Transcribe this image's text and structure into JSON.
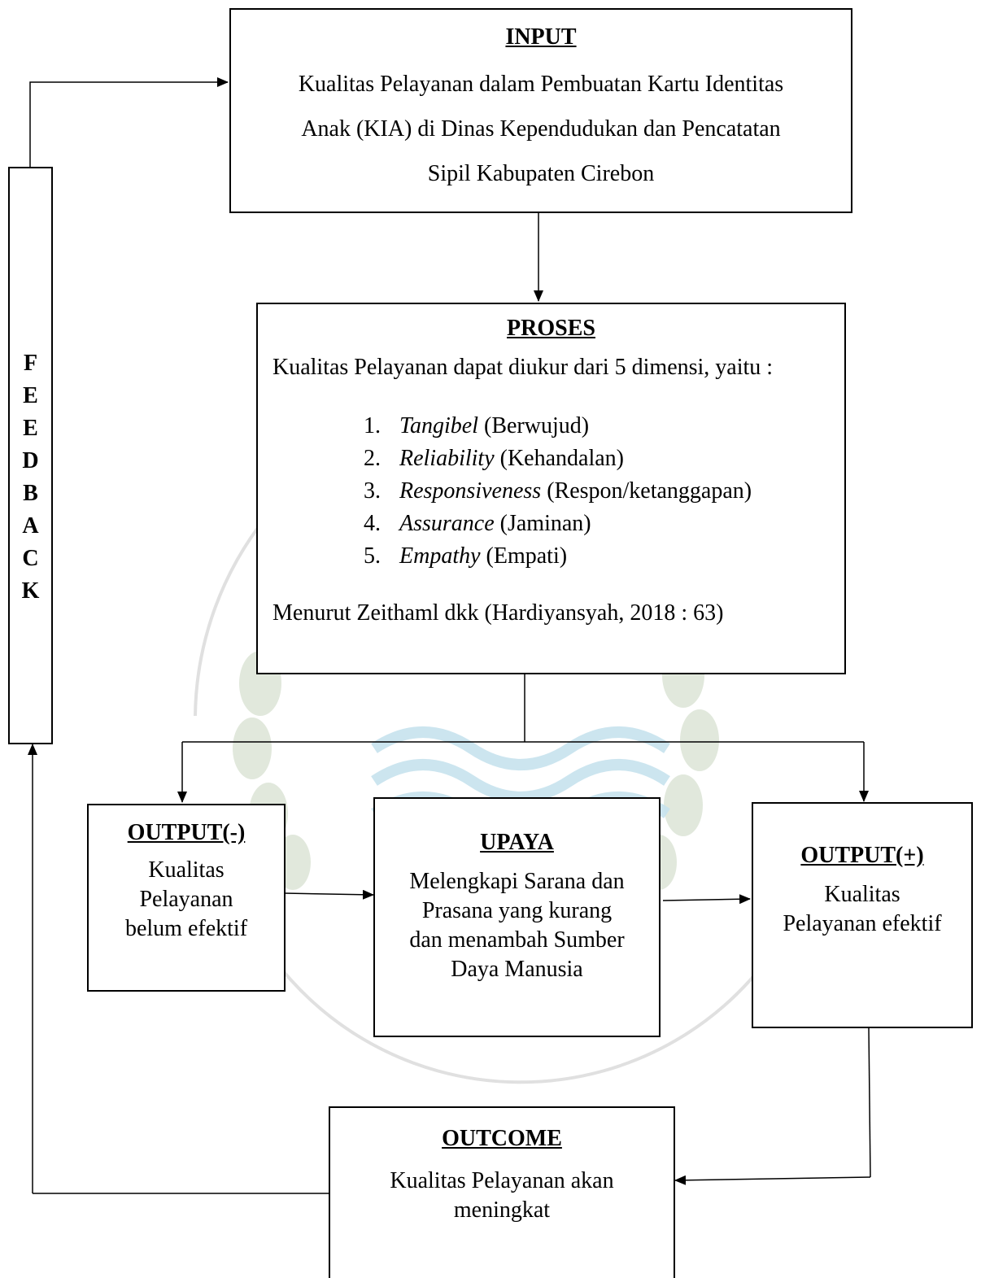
{
  "colors": {
    "stroke": "#000000",
    "watermark_green": "#c9d6c0",
    "watermark_blue": "#c7e3ee"
  },
  "input": {
    "title": "INPUT",
    "lines": [
      "Kualitas Pelayanan dalam Pembuatan Kartu Identitas",
      "Anak (KIA) di Dinas Kependudukan dan Pencatatan",
      "Sipil Kabupaten Cirebon"
    ]
  },
  "proses": {
    "title": "PROSES",
    "intro": "Kualitas Pelayanan dapat diukur dari 5 dimensi, yaitu :",
    "items": [
      {
        "num": "1.",
        "term": "Tangibel",
        "desc": "(Berwujud)"
      },
      {
        "num": "2.",
        "term": "Reliability",
        "desc": "(Kehandalan)"
      },
      {
        "num": "3.",
        "term": "Responsiveness",
        "desc": "(Respon/ketanggapan)"
      },
      {
        "num": "4.",
        "term": "Assurance",
        "desc": "(Jaminan)"
      },
      {
        "num": "5.",
        "term": "Empathy",
        "desc": "(Empati)"
      }
    ],
    "source": "Menurut Zeithaml dkk (Hardiyansyah, 2018 : 63)"
  },
  "feedback": {
    "letters": [
      "F",
      "E",
      "E",
      "D",
      "B",
      "A",
      "C",
      "K"
    ]
  },
  "output_neg": {
    "title": "OUTPUT(-)",
    "lines": [
      "Kualitas",
      "Pelayanan",
      "belum efektif"
    ]
  },
  "upaya": {
    "title": "UPAYA",
    "lines": [
      "Melengkapi Sarana dan",
      "Prasana yang kurang",
      "dan menambah Sumber",
      "Daya Manusia"
    ]
  },
  "output_pos": {
    "title": "OUTPUT(+)",
    "lines": [
      "Kualitas",
      "Pelayanan efektif"
    ]
  },
  "outcome": {
    "title": "OUTCOME",
    "lines": [
      "Kualitas Pelayanan akan",
      "meningkat"
    ]
  }
}
